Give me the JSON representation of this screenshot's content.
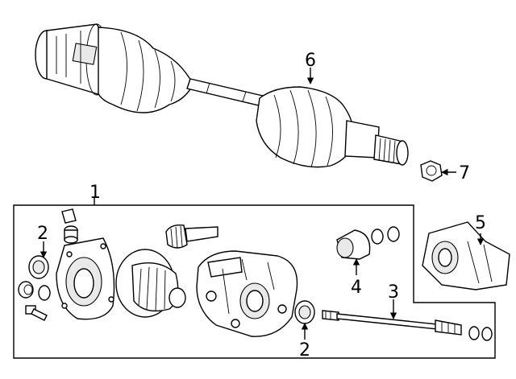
{
  "callouts": {
    "c1": "1",
    "c2a": "2",
    "c2b": "2",
    "c3": "3",
    "c4": "4",
    "c5": "5",
    "c6": "6",
    "c7": "7"
  },
  "colors": {
    "line": "#000000",
    "background": "#ffffff",
    "shade": "#e9e9e9"
  }
}
